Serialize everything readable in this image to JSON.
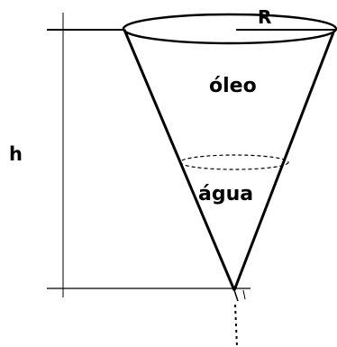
{
  "labels": {
    "radius": "R",
    "height": "h",
    "oil": "óleo",
    "water": "água"
  }
}
